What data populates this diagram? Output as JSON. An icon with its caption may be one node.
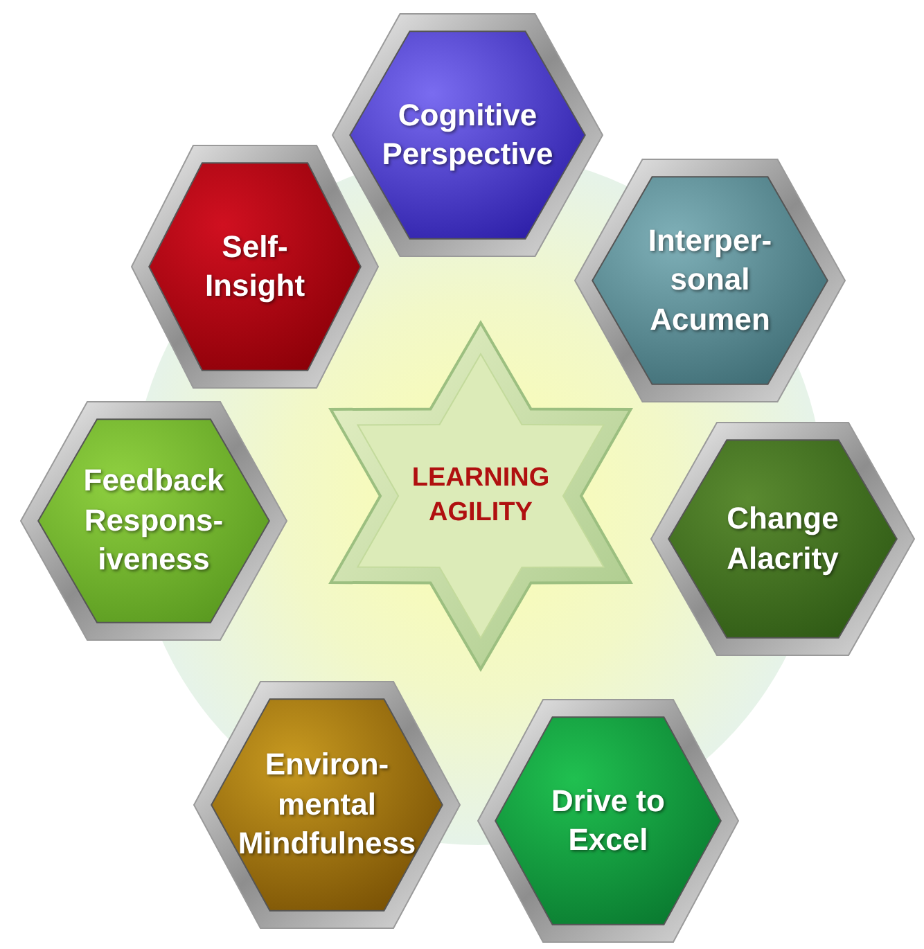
{
  "diagram": {
    "nodes": [
      {
        "text": [
          "LEARNING AGILITY"
        ]
      },
      {
        "text": [
          "Cognitive Perspective"
        ]
      },
      {
        "text": [
          "Self- Insight"
        ]
      },
      {
        "text": [
          "Interper- sonal Acumen"
        ]
      },
      {
        "text": [
          "Feedback Respons- iveness"
        ]
      },
      {
        "text": [
          "Change Alacrity"
        ]
      },
      {
        "text": [
          "Environ- mental Mindfulness"
        ]
      },
      {
        "text": [
          "Drive to Excel"
        ]
      }
    ]
  }
}
